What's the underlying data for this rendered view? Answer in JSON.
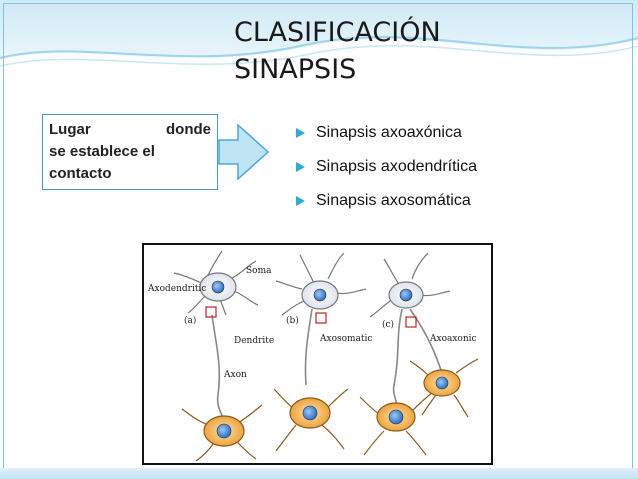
{
  "title": {
    "line1": "CLASIFICACIÓN",
    "line2": "SINAPSIS"
  },
  "context_box": {
    "word1": "Lugar",
    "word2": "donde",
    "line2": "se establece el",
    "line3": "contacto"
  },
  "bullets": [
    {
      "label": "Sinapsis axoaxónica",
      "icon": "triangle-bullet-icon"
    },
    {
      "label": "Sinapsis axodendrítica",
      "icon": "triangle-bullet-icon"
    },
    {
      "label": "Sinapsis axosomática",
      "icon": "triangle-bullet-icon"
    }
  ],
  "figure": {
    "labels": {
      "axodendritic": "Axodendritic",
      "soma": "Soma",
      "a": "(a)",
      "b": "(b)",
      "c": "(c)",
      "dendrite": "Dendrite",
      "axosomatic": "Axosomatic",
      "axoaxonic": "Axoaxonic",
      "axon": "Axon"
    }
  },
  "colors": {
    "accent": "#2fa9d8",
    "box_border": "#3aa0d0",
    "arrow_fill": "#bfe4f4",
    "arrow_stroke": "#4aa8d4",
    "neuron_top": "#eef1f6",
    "neuron_bottom": "#f0a23a",
    "nucleus": "#3a7fd0"
  }
}
